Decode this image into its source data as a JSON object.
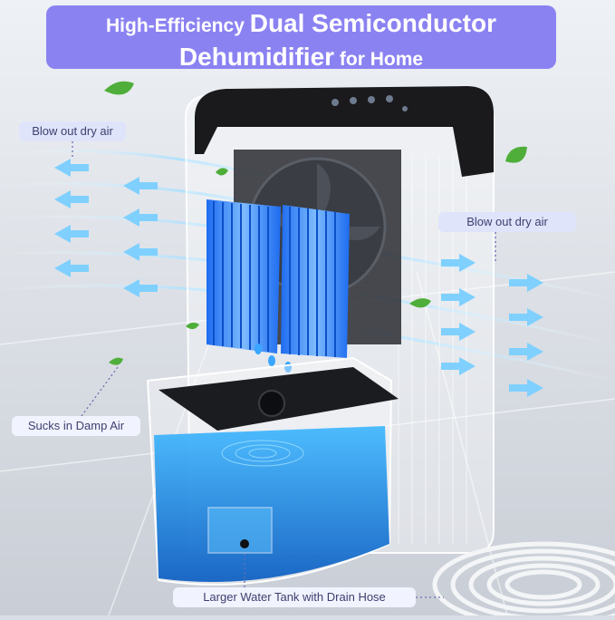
{
  "title": {
    "part1": "High-Efficiency ",
    "part2": "Dual Semiconductor",
    "part3": "Dehumidifier",
    "part4": " for Home"
  },
  "callouts": {
    "blow_left": "Blow out dry air",
    "blow_right": "Blow out dry air",
    "sucks": "Sucks in Damp Air",
    "tank": "Larger Water Tank with Drain Hose"
  },
  "colors": {
    "banner": "#8b82f2",
    "label_text": "#3d3f6e",
    "airflow": "#5ac8ff",
    "heatsink": "#2f80ff",
    "water": "#1e9bff",
    "device_top": "#1a1a1d"
  }
}
